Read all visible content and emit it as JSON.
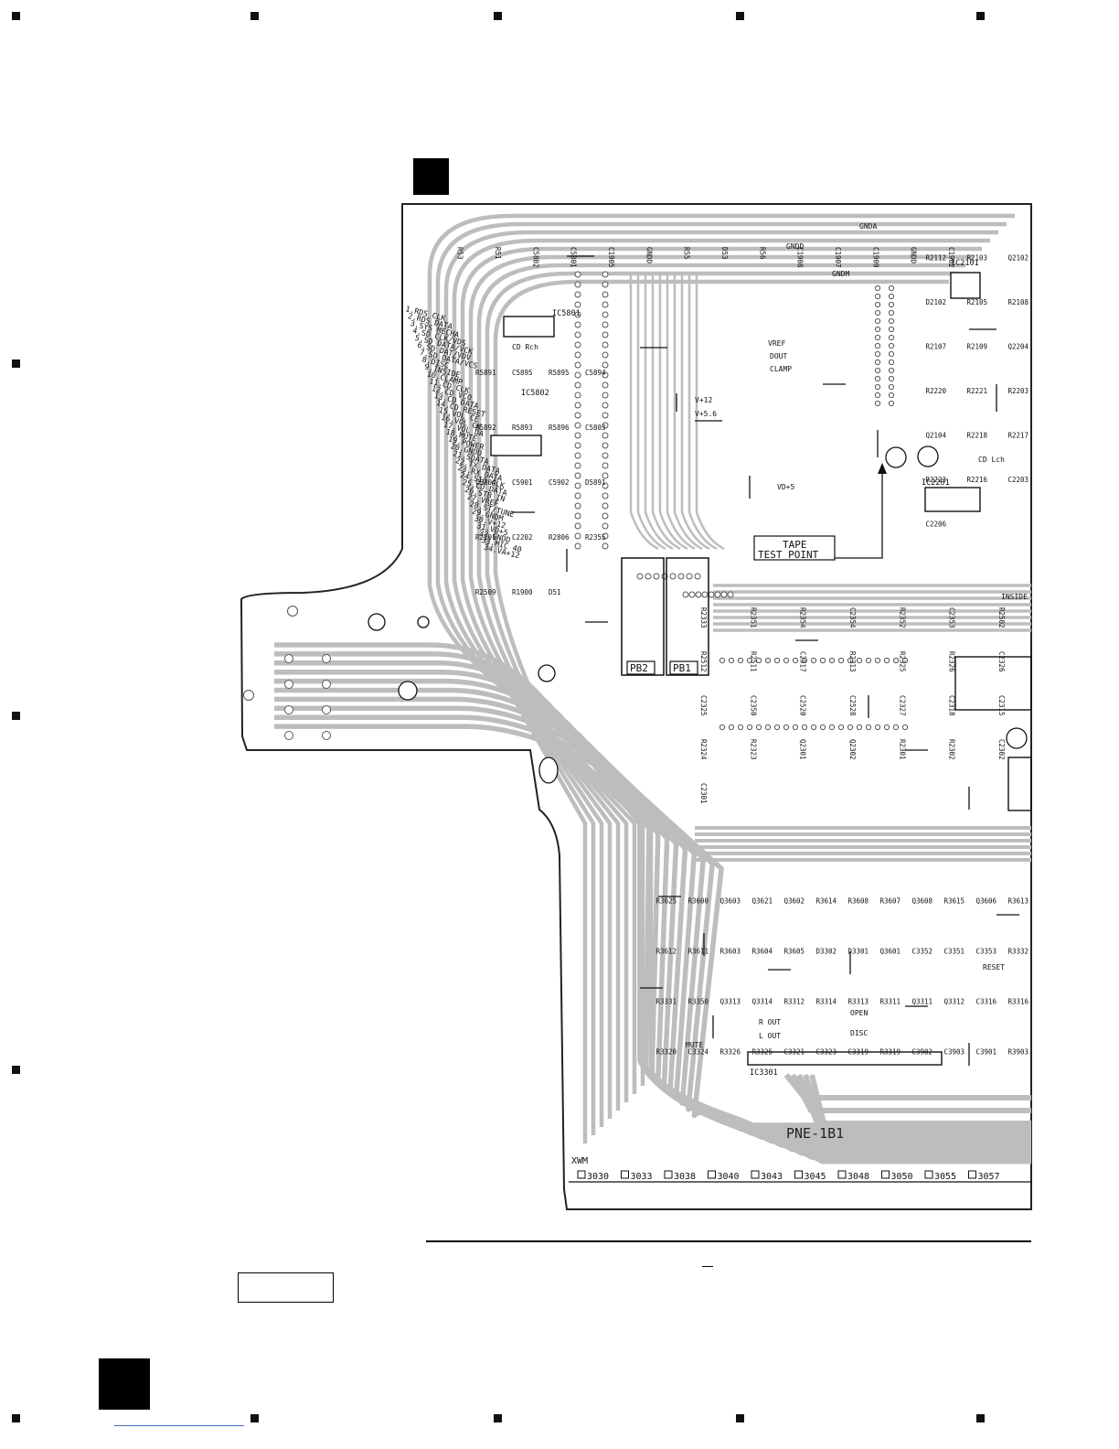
{
  "board": {
    "name": "PNE-1B1",
    "connector_label": "XWM",
    "tape_test_point": [
      "TAPE",
      "TEST POINT"
    ],
    "test_points": [
      "3030",
      "3033",
      "3038",
      "3040",
      "3043",
      "3045",
      "3048",
      "3050",
      "3055",
      "3057"
    ],
    "pin_list": [
      "1.RDS CLK",
      "2.RDS DATA",
      "3.SYS MECHA",
      "4.SD CLK/VDS",
      "5.SD DATA/VCK",
      "6.SD DAT/VDV",
      "7.SD DATA/VCS",
      "8.DISC",
      "9.INSIDE",
      "10.CLAMP",
      "11.CD CLK",
      "12.CD VCO",
      "13.CD DATA",
      "14.CD RESET",
      "15.VOL CE",
      "16.VOL CK",
      "17.VOL DA",
      "18.MUTE",
      "19.POWER",
      "20.GNDD",
      "21.SDATA",
      "22.TX DATA",
      "23.RX DATA",
      "24.SIO CLK",
      "25.CD DATA",
      "26.STB IN",
      "27.VREF",
      "28.ST/TUNE",
      "29.GNDM",
      "30.V+12",
      "31.VD+5",
      "32.GNDD",
      "33.MIC 40",
      "34.VA+12"
    ],
    "blocks": [
      "PB2",
      "PB1"
    ],
    "components": {
      "ics": [
        "IC2101",
        "IC5801",
        "IC5802",
        "IC2201",
        "IC3301"
      ],
      "nets": [
        "GNDD",
        "GNDA",
        "GNDM",
        "V+12",
        "V+5.6",
        "VD+5",
        "VREF",
        "DOUT",
        "CLAMP",
        "INSIDE",
        "OPEN",
        "DISC",
        "R OUT",
        "L OUT",
        "CD Rch",
        "CD Lch",
        "RESET",
        "MUTE"
      ],
      "top_row": [
        "R53",
        "R51",
        "C5802",
        "C5801",
        "C1905",
        "GNDD",
        "R55",
        "D53",
        "R56",
        "C1908",
        "C1907",
        "C1909",
        "GNDD",
        "C1902"
      ],
      "left_area": [
        "R5891",
        "C5895",
        "R5895",
        "C5894",
        "R5892",
        "R5893",
        "R5896",
        "C5803",
        "C5804",
        "C5901",
        "C5902",
        "D5891",
        "R2201",
        "C2202",
        "R2806",
        "R2355",
        "R2509",
        "R1900",
        "D51"
      ],
      "right_area": [
        "R2112",
        "R2103",
        "Q2102",
        "D2102",
        "R2105",
        "R2108",
        "R2107",
        "R2109",
        "Q2204",
        "R2220",
        "R2221",
        "R2203",
        "Q2104",
        "R2218",
        "R2217",
        "R2223",
        "R2216",
        "C2203",
        "C2206"
      ],
      "center": [
        "R2333",
        "R2351",
        "R2354",
        "C2354",
        "R2352",
        "C2353",
        "R2502",
        "R2512",
        "R2511",
        "C2517",
        "R2313",
        "R2325",
        "R2326",
        "C2326",
        "C2325",
        "C2350",
        "C2520",
        "C2528",
        "C2327",
        "C2318",
        "C2315",
        "R2324",
        "R2323",
        "Q2301",
        "Q2302",
        "R2301",
        "R2302",
        "C2302",
        "C2301"
      ],
      "bottom": [
        "R3625",
        "R3600",
        "Q3603",
        "Q3621",
        "Q3602",
        "R3614",
        "R3608",
        "R3607",
        "Q3608",
        "R3615",
        "Q3606",
        "R3613",
        "R3612",
        "R3611",
        "R3603",
        "R3604",
        "R3605",
        "D3302",
        "D3301",
        "Q3601",
        "C3352",
        "C3351",
        "C3353",
        "R3332",
        "R3331",
        "R3350",
        "Q3313",
        "Q3314",
        "R3312",
        "R3314",
        "R3313",
        "R3311",
        "Q3311",
        "Q3312",
        "C3316",
        "R3316",
        "R3320",
        "C3324",
        "R3326",
        "R3325",
        "C3321",
        "C3323",
        "C3319",
        "R3319",
        "C3902",
        "C3903",
        "C3901",
        "R3903"
      ]
    }
  },
  "footer": {
    "page_number_mark": "—"
  }
}
